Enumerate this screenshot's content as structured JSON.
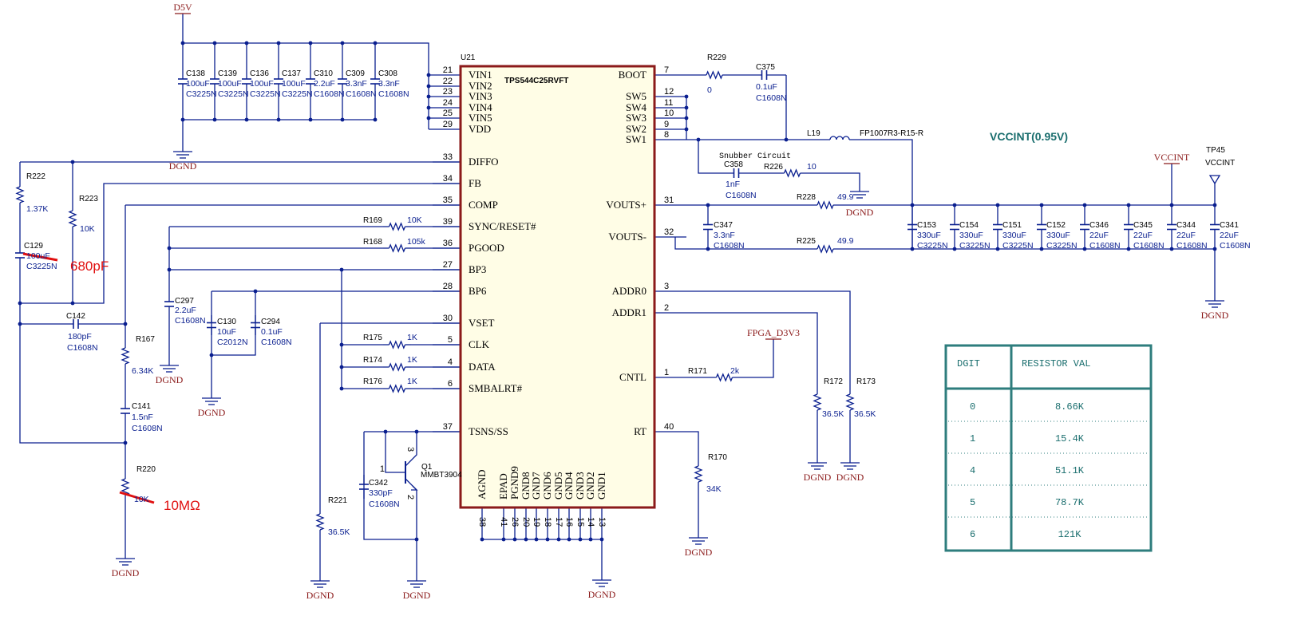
{
  "ic": {
    "ref": "U21",
    "part": "TPS544C25RVFT",
    "left_pins": [
      {
        "name": "VIN1",
        "num": "21"
      },
      {
        "name": "VIN2",
        "num": "22"
      },
      {
        "name": "VIN3",
        "num": "23"
      },
      {
        "name": "VIN4",
        "num": "24"
      },
      {
        "name": "VIN5",
        "num": "25"
      },
      {
        "name": "VDD",
        "num": "29"
      },
      {
        "name": "DIFFO",
        "num": "33"
      },
      {
        "name": "FB",
        "num": "34"
      },
      {
        "name": "COMP",
        "num": "35"
      },
      {
        "name": "SYNC/RESET#",
        "num": "39"
      },
      {
        "name": "PGOOD",
        "num": "36"
      },
      {
        "name": "BP3",
        "num": "27"
      },
      {
        "name": "BP6",
        "num": "28"
      },
      {
        "name": "VSET",
        "num": "30"
      },
      {
        "name": "CLK",
        "num": "5"
      },
      {
        "name": "DATA",
        "num": "4"
      },
      {
        "name": "SMBALRT#",
        "num": "6"
      },
      {
        "name": "TSNS/SS",
        "num": "37"
      }
    ],
    "right_pins": [
      {
        "name": "BOOT",
        "num": "7"
      },
      {
        "name": "SW5",
        "num": "12"
      },
      {
        "name": "SW4",
        "num": "11"
      },
      {
        "name": "SW3",
        "num": "10"
      },
      {
        "name": "SW2",
        "num": "9"
      },
      {
        "name": "SW1",
        "num": "8"
      },
      {
        "name": "VOUTS+",
        "num": "31"
      },
      {
        "name": "VOUTS-",
        "num": "32"
      },
      {
        "name": "ADDR0",
        "num": "3"
      },
      {
        "name": "ADDR1",
        "num": "2"
      },
      {
        "name": "CNTL",
        "num": "1"
      },
      {
        "name": "RT",
        "num": "40"
      }
    ],
    "bottom_pins": [
      {
        "name": "AGND",
        "num": "38"
      },
      {
        "name": "EPAD",
        "num": "41"
      },
      {
        "name": "PGND9",
        "num": "26"
      },
      {
        "name": "GND8",
        "num": "20"
      },
      {
        "name": "GND7",
        "num": "19"
      },
      {
        "name": "GND6",
        "num": "18"
      },
      {
        "name": "GND5",
        "num": "17"
      },
      {
        "name": "GND4",
        "num": "16"
      },
      {
        "name": "GND3",
        "num": "15"
      },
      {
        "name": "GND2",
        "num": "14"
      },
      {
        "name": "GND1",
        "num": "13"
      }
    ]
  },
  "nets": {
    "d5v": "D5V",
    "dgnd": "DGND",
    "vccint": "VCCINT",
    "vccint_title": "VCCINT(0.95V)",
    "fpga": "FPGA_D3V3",
    "tp_ref": "TP45",
    "tp_net": "VCCINT",
    "snubber": "Snubber Circuit"
  },
  "input_caps": [
    {
      "ref": "C138",
      "val": "100uF",
      "pkg": "C3225N"
    },
    {
      "ref": "C139",
      "val": "100uF",
      "pkg": "C3225N"
    },
    {
      "ref": "C136",
      "val": "100uF",
      "pkg": "C3225N"
    },
    {
      "ref": "C137",
      "val": "100uF",
      "pkg": "C3225N"
    },
    {
      "ref": "C310",
      "val": "2.2uF",
      "pkg": "C1608N"
    },
    {
      "ref": "C309",
      "val": "3.3nF",
      "pkg": "C1608N"
    },
    {
      "ref": "C308",
      "val": "3.3nF",
      "pkg": "C1608N"
    }
  ],
  "output_caps": [
    {
      "ref": "C153",
      "val": "330uF",
      "pkg": "C3225N"
    },
    {
      "ref": "C154",
      "val": "330uF",
      "pkg": "C3225N"
    },
    {
      "ref": "C151",
      "val": "330uF",
      "pkg": "C3225N"
    },
    {
      "ref": "C152",
      "val": "330uF",
      "pkg": "C3225N"
    },
    {
      "ref": "C346",
      "val": "22uF",
      "pkg": "C1608N"
    },
    {
      "ref": "C345",
      "val": "22uF",
      "pkg": "C1608N"
    },
    {
      "ref": "C344",
      "val": "22uF",
      "pkg": "C1608N"
    },
    {
      "ref": "C341",
      "val": "22uF",
      "pkg": "C1608N"
    }
  ],
  "parts": {
    "r229": {
      "ref": "R229",
      "val": "0"
    },
    "c375": {
      "ref": "C375",
      "val": "0.1uF",
      "pkg": "C1608N"
    },
    "l19": {
      "ref": "L19",
      "val": "FP1007R3-R15-R"
    },
    "c358": {
      "ref": "C358",
      "val": "1nF",
      "pkg": "C1608N"
    },
    "r226": {
      "ref": "R226",
      "val": "10"
    },
    "r228": {
      "ref": "R228",
      "val": "49.9"
    },
    "r225": {
      "ref": "R225",
      "val": "49.9"
    },
    "c347": {
      "ref": "C347",
      "val": "3.3nF",
      "pkg": "C1608N"
    },
    "r222": {
      "ref": "R222",
      "val": "1.37K"
    },
    "r223": {
      "ref": "R223",
      "val": "10K"
    },
    "c129": {
      "ref": "C129",
      "val": "100uF",
      "pkg": "C3225N"
    },
    "c142": {
      "ref": "C142",
      "val": "180pF",
      "pkg": "C1608N"
    },
    "r167": {
      "ref": "R167",
      "val": "6.34K"
    },
    "c141": {
      "ref": "C141",
      "val": "1.5nF",
      "pkg": "C1608N"
    },
    "r220": {
      "ref": "R220",
      "val": "10K"
    },
    "r169": {
      "ref": "R169",
      "val": "10K"
    },
    "r168": {
      "ref": "R168",
      "val": "105k"
    },
    "c297": {
      "ref": "C297",
      "val": "2.2uF",
      "pkg": "C1608N"
    },
    "c130": {
      "ref": "C130",
      "val": "10uF",
      "pkg": "C2012N"
    },
    "c294": {
      "ref": "C294",
      "val": "0.1uF",
      "pkg": "C1608N"
    },
    "r175": {
      "ref": "R175",
      "val": "1K"
    },
    "r174": {
      "ref": "R174",
      "val": "1K"
    },
    "r176": {
      "ref": "R176",
      "val": "1K"
    },
    "r221": {
      "ref": "R221",
      "val": "36.5K"
    },
    "q1": {
      "ref": "Q1",
      "val": "MMBT3904"
    },
    "c342": {
      "ref": "C342",
      "val": "330pF",
      "pkg": "C1608N"
    },
    "r171": {
      "ref": "R171",
      "val": "2k"
    },
    "r172": {
      "ref": "R172",
      "val": "36.5K"
    },
    "r173": {
      "ref": "R173",
      "val": "36.5K"
    },
    "r170": {
      "ref": "R170",
      "val": "34K"
    }
  },
  "q1_pins": {
    "b": "1",
    "c": "3",
    "e": "2"
  },
  "annotations": {
    "c129_new": "680pF",
    "r220_new": "10MΩ"
  },
  "table": {
    "headers": [
      "DGIT",
      "RESISTOR VAL"
    ],
    "rows": [
      [
        "0",
        "8.66K"
      ],
      [
        "1",
        "15.4K"
      ],
      [
        "4",
        "51.1K"
      ],
      [
        "5",
        "78.7K"
      ],
      [
        "6",
        "121K"
      ]
    ]
  },
  "colors": {
    "wire": "#0a1f8f",
    "ic_border": "#8b1a1a",
    "ic_fill": "#fffde6",
    "net": "#8b1a1a",
    "strike": "#e01010",
    "table": "#2e7d7d"
  }
}
